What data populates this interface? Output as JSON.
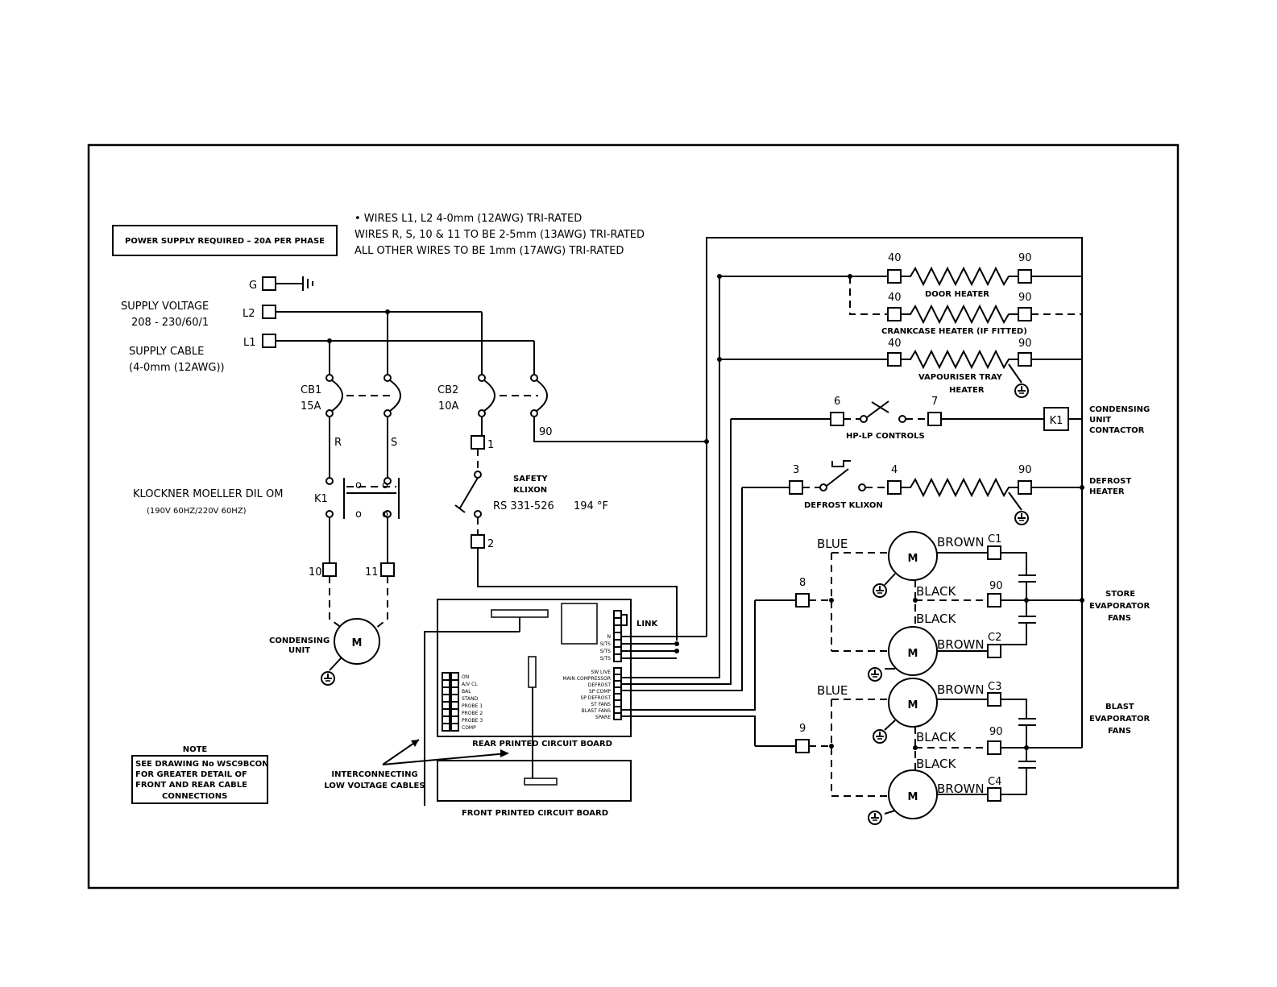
{
  "power_supply_box": "POWER SUPPLY REQUIRED – 20A PER PHASE",
  "wire_notes": [
    "• WIRES L1, L2 4-0mm (12AWG) TRI-RATED",
    "WIRES R, S, 10 & 11 TO BE 2-5mm (13AWG) TRI-RATED",
    "ALL OTHER WIRES TO BE 1mm (17AWG) TRI-RATED"
  ],
  "supply": {
    "voltage_label": "SUPPLY VOLTAGE",
    "voltage_value": "208 - 230/60/1",
    "cable_label": "SUPPLY CABLE",
    "cable_value": "(4-0mm (12AWG))",
    "g": "G",
    "l2": "L2",
    "l1": "L1"
  },
  "breakers": {
    "cb1": "CB1",
    "cb1_rating": "15A",
    "cb2": "CB2",
    "cb2_rating": "10A",
    "wire_r": "R",
    "wire_s": "S",
    "t90": "90"
  },
  "contactor": {
    "title": "KLOCKNER MOELLER DIL OM",
    "spec": "(190V 60HZ/220V 60HZ)",
    "k1": "K1",
    "t10": "10",
    "t11": "11"
  },
  "klixon": {
    "t1": "1",
    "t2": "2",
    "line1": "SAFETY",
    "line2": "KLIXON",
    "part": "RS 331-526",
    "temp": "194 °F"
  },
  "condensing_motor": {
    "m": "M",
    "line1": "CONDENSING",
    "line2": "UNIT"
  },
  "rear_pcb": {
    "title": "REAR PRINTED CIRCUIT BOARD",
    "link": "LINK",
    "top_pins": [
      "N",
      "S/TS",
      "S/TS",
      "S/TS"
    ],
    "right_pins": [
      "SW LIVE",
      "MAIN COMPRESSOR",
      "DEFROST",
      "SP COMP",
      "SP DEFROST",
      "ST FANS",
      "BLAST FANS",
      "SPARE"
    ],
    "left_pins": [
      "ON",
      "A/V CL",
      "BAL",
      "STAND",
      "PROBE 1",
      "PROBE 2",
      "PROBE 3",
      "COMP"
    ]
  },
  "front_pcb": "FRONT PRINTED CIRCUIT BOARD",
  "cables": {
    "line1": "INTERCONNECTING",
    "line2": "LOW VOLTAGE CABLES"
  },
  "note": {
    "title": "NOTE",
    "lines": [
      "SEE DRAWING No WSC9BCON",
      "FOR GREATER DETAIL OF",
      "FRONT AND REAR CABLE",
      "CONNECTIONS"
    ]
  },
  "heaters": {
    "door_left": "40",
    "door_right": "90",
    "door_label": "DOOR HEATER",
    "crank_left": "40",
    "crank_right": "90",
    "crank_label": "CRANKCASE HEATER (IF FITTED)",
    "vap_left": "40",
    "vap_right": "90",
    "vap_line1": "VAPOURISER TRAY",
    "vap_line2": "HEATER"
  },
  "hp_lp": {
    "t6": "6",
    "t7": "7",
    "label": "HP-LP CONTROLS",
    "k1": "K1",
    "side": [
      "CONDENSING",
      "UNIT",
      "CONTACTOR"
    ]
  },
  "defrost": {
    "t3": "3",
    "t4": "4",
    "t90": "90",
    "label": "DEFROST KLIXON",
    "side": [
      "DEFROST",
      "HEATER"
    ]
  },
  "store_fans": {
    "blue": "BLUE",
    "brown1": "BROWN",
    "c1": "C1",
    "black1": "BLACK",
    "t90": "90",
    "black2": "BLACK",
    "brown2": "BROWN",
    "c2": "C2",
    "t8": "8",
    "m": "M",
    "side": [
      "STORE",
      "EVAPORATOR",
      "FANS"
    ]
  },
  "blast_fans": {
    "blue": "BLUE",
    "brown1": "BROWN",
    "c3": "C3",
    "black1": "BLACK",
    "t90": "90",
    "black2": "BLACK",
    "brown2": "BROWN",
    "c4": "C4",
    "t9": "9",
    "m": "M",
    "side": [
      "BLAST",
      "EVAPORATOR",
      "FANS"
    ]
  }
}
